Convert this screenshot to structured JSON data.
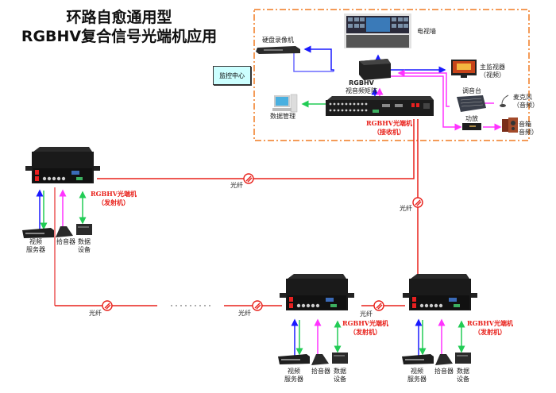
{
  "title": {
    "line1": "环路自愈通用型",
    "line2": "RGBHV复合信号光端机应用"
  },
  "monitor_center": {
    "label": "监控中心"
  },
  "control_room": {
    "devices": {
      "video_wall": "电视墙",
      "dvr": "硬盘录像机",
      "matrix_line1": "RGBHV",
      "matrix_line2": "视音频矩阵",
      "main_monitor_line1": "主监视器",
      "main_monitor_line2": "（视频）",
      "mixer": "调音台",
      "microphone_line1": "麦克风",
      "microphone_line2": "（音频）",
      "data_mgmt": "数据管理",
      "amplifier": "功放",
      "speaker_line1": "音箱",
      "speaker_line2": "音频）"
    },
    "receiver": {
      "line1": "RGBHV光端机",
      "line2": "（接收机）"
    }
  },
  "fiber_label": "光纤",
  "ellipsis": "···········",
  "transmitters": [
    {
      "line1": "RGBHV光端机",
      "line2": "（发射机）",
      "video_server_line1": "视频",
      "video_server_line2": "服务器",
      "pickup": "拾音器",
      "data_line1": "数据",
      "data_line2": "设备"
    },
    {
      "line1": "RGBHV光端机",
      "line2": "（发射机）",
      "video_server_line1": "视频",
      "video_server_line2": "服务器",
      "pickup": "拾音器",
      "data_line1": "数据",
      "data_line2": "设备"
    },
    {
      "line1": "RGBHV光端机",
      "line2": "（发射机）",
      "video_server_line1": "视频",
      "video_server_line2": "服务器",
      "pickup": "拾音器",
      "data_line1": "数据",
      "data_line2": "设备"
    }
  ],
  "colors": {
    "fiber": "#e8201a",
    "video": "#1a1aff",
    "data": "#22cc55",
    "audio": "#ff33ff",
    "boundary": "#f07a20",
    "monitor_box": "#ccffff"
  }
}
